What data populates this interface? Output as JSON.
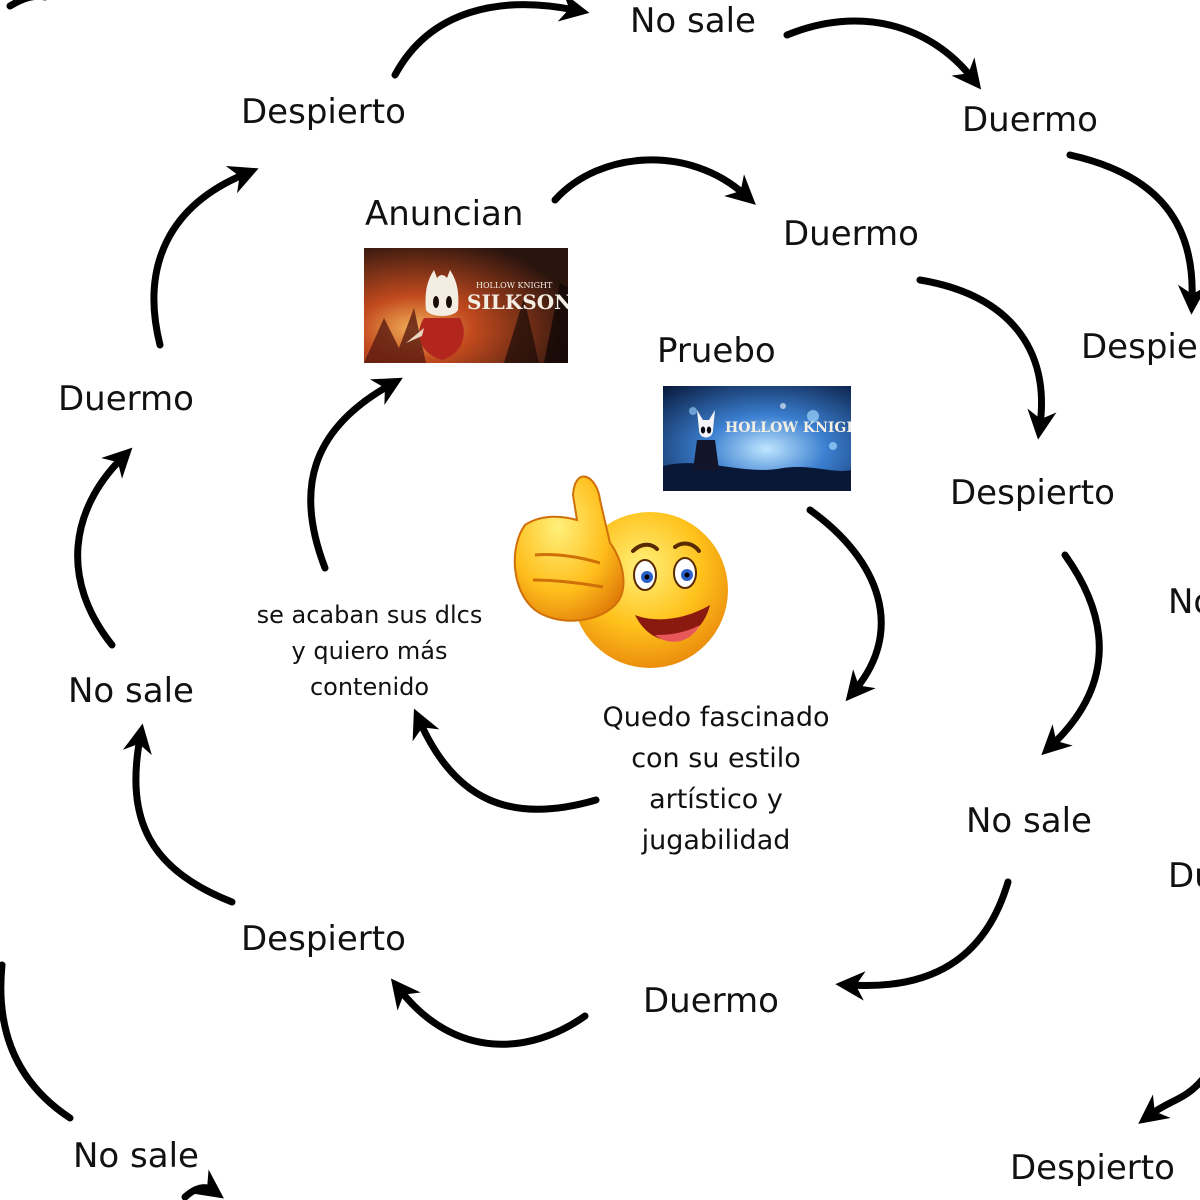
{
  "labels": {
    "no_sale_top": "No sale",
    "duermo_top_right": "Duermo",
    "despierto_top": "Despierto",
    "duermo_right_inner": "Duermo",
    "despierto_right_cut": "Despie",
    "anuncian": "Anuncian",
    "pruebo": "Pruebo",
    "duermo_left": "Duermo",
    "despierto_right": "Despierto",
    "no_sale_right_cut": "No",
    "no_sale_left": "No sale",
    "no_sale_right": "No sale",
    "dlc_line1": "se acaban sus dlcs",
    "dlc_line2": "y quiero más",
    "dlc_line3": "contenido",
    "fasc_line1": "Quedo fascinado",
    "fasc_line2": "con su estilo",
    "fasc_line3": "artístico y",
    "fasc_line4": "jugabilidad",
    "du_right_cut": "Du",
    "despierto_bottom_left": "Despierto",
    "duermo_bottom": "Duermo",
    "no_sale_bottom": "No sale",
    "despierto_bottom_right": "Despierto"
  },
  "images": {
    "silksong": {
      "brand": "HOLLOW KNIGHT",
      "title": "SILKSONG",
      "icon": "hornet-icon",
      "colors": {
        "bg": "#3a1e14",
        "accent": "#c8461e",
        "glow": "#e8a04a"
      }
    },
    "hollow_knight": {
      "title": "HOLLOW KNIGHT",
      "icon": "knight-icon",
      "colors": {
        "bg": "#0e2a5a",
        "accent": "#4fa0e8",
        "glow": "#9fd6ff"
      }
    },
    "emoji": {
      "icon": "thumbs-up-smiley-icon",
      "colors": {
        "face": "#ffc21c",
        "shade": "#e88a0a"
      }
    }
  },
  "colors": {
    "arrow": "#000000",
    "text": "#111111",
    "background": "#ffffff"
  }
}
